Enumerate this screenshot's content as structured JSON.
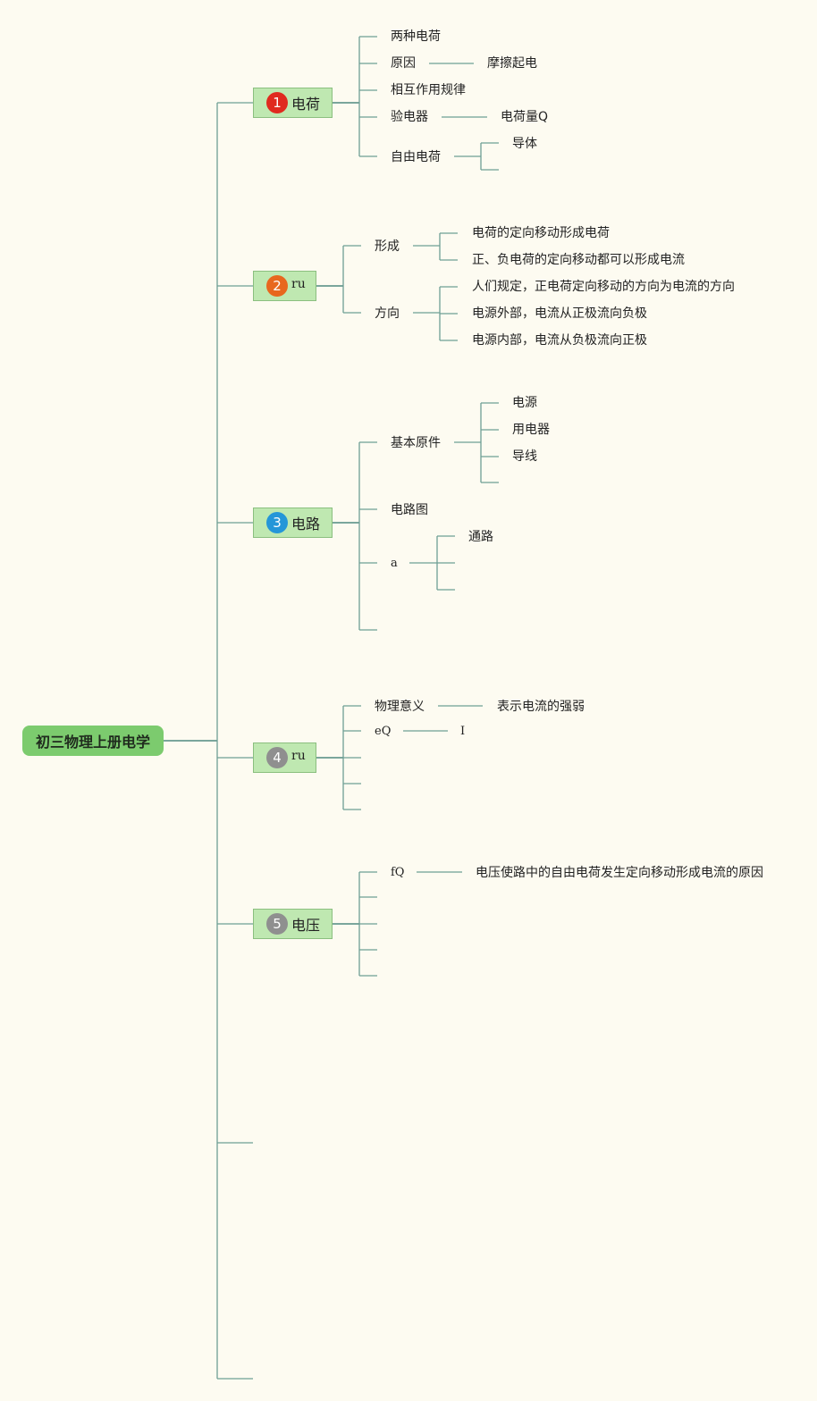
{
  "root": {
    "label": "初三物理上册电学"
  },
  "topics": [
    {
      "number": "1",
      "label": "电荷",
      "badge_color": "#e02a1f",
      "items": [
        "两种电荷",
        "原因",
        "摩擦起电",
        "相互作用规律",
        "验电器",
        "电荷量Q",
        "自由电荷",
        "导体"
      ]
    },
    {
      "number": "2",
      "label": "ru",
      "badge_color": "#e8671e",
      "items": [
        "形成",
        "电荷的定向移动形成电荷",
        "正、负电荷的定向移动都可以形成电流",
        "方向",
        "人们规定，正电荷定向移动的方向为电流的方向",
        "电源外部，电流从正极流向负极",
        "电源内部，电流从负极流向正极"
      ]
    },
    {
      "number": "3",
      "label": "电路",
      "badge_color": "#2596d8",
      "items": [
        "基本原件",
        "电源",
        "用电器",
        "导线",
        "电路图",
        "a",
        "通路"
      ]
    },
    {
      "number": "4",
      "label": "ru",
      "badge_color": "#8f8f8f",
      "items": [
        "物理意义",
        "表示电流的强弱",
        "eQ",
        "I"
      ]
    },
    {
      "number": "5",
      "label": "电压",
      "badge_color": "#8f8f8f",
      "items": [
        "fQ",
        "电压使路中的自由电荷发生定向移动形成电流的原因"
      ]
    }
  ],
  "colors": {
    "background": "#fdfbf1",
    "root_fill": "#7ccb6e",
    "topic_fill": "#bfe8b1",
    "line": "#4f8a80"
  }
}
